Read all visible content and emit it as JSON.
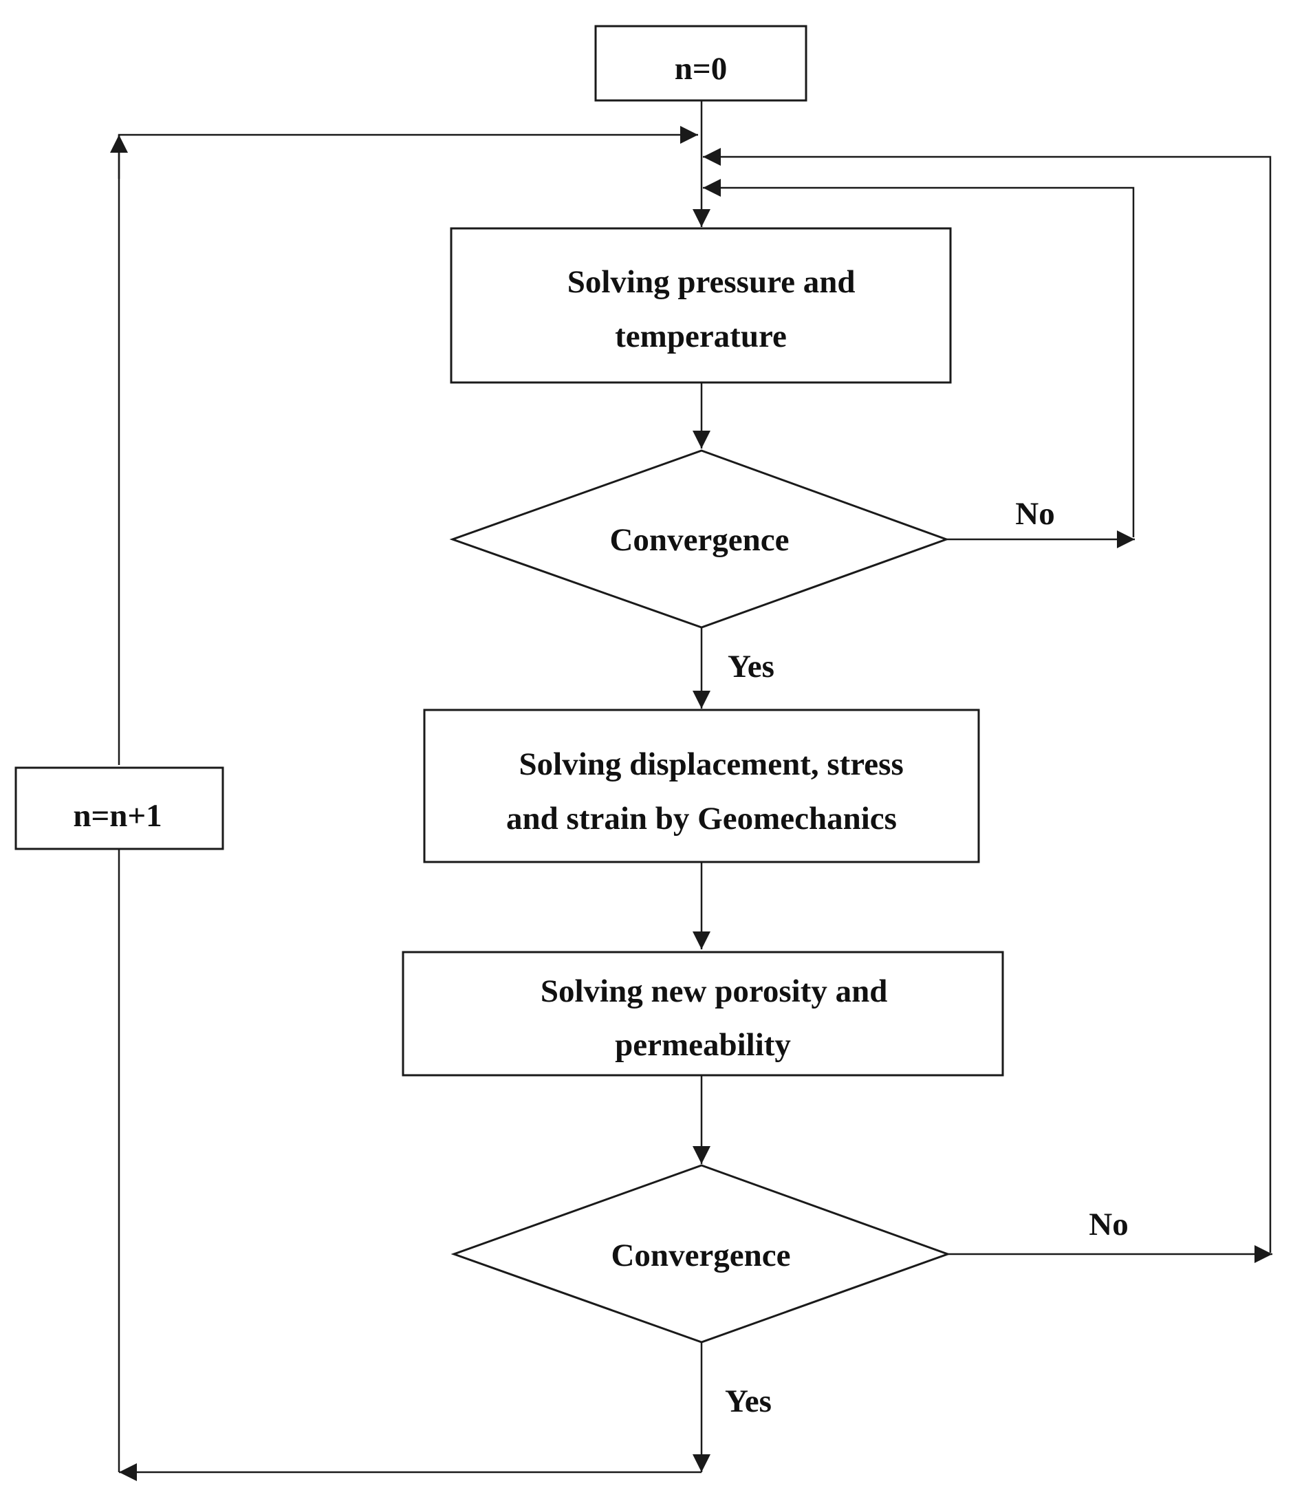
{
  "nodes": {
    "start": {
      "text": "n=0"
    },
    "solve_pt": {
      "lines": [
        "Solving pressure and",
        "temperature"
      ]
    },
    "conv1": {
      "text": "Convergence"
    },
    "solve_geo": {
      "lines": [
        "Solving displacement, stress",
        "and strain by Geomechanics"
      ]
    },
    "solve_poro": {
      "lines": [
        "Solving new porosity and",
        "permeability"
      ]
    },
    "conv2": {
      "text": "Convergence"
    },
    "increment": {
      "text": "n=n+1"
    }
  },
  "edge_labels": {
    "conv1_no": "No",
    "conv1_yes": "Yes",
    "conv2_no": "No",
    "conv2_yes": "Yes"
  }
}
